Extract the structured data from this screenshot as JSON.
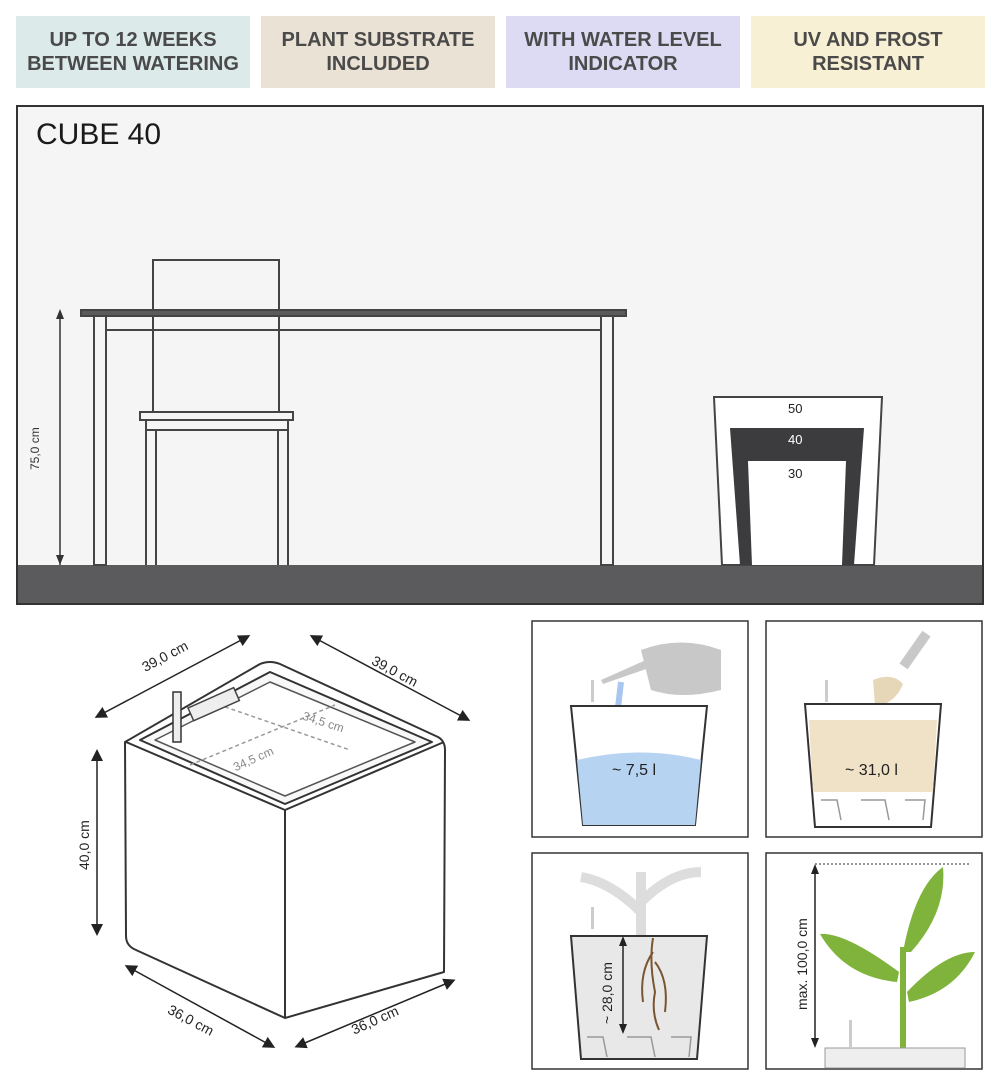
{
  "badges": [
    {
      "text": "UP TO 12 WEEKS\nBETWEEN WATERING",
      "color": "#dcebea"
    },
    {
      "text": "PLANT SUBSTRATE\nINCLUDED",
      "color": "#ebe2d6"
    },
    {
      "text": "WITH WATER LEVEL\nINDICATOR",
      "color": "#dcdbf3"
    },
    {
      "text": "UV AND FROST\nRESISTANT",
      "color": "#f8f0d4"
    }
  ],
  "scene": {
    "title": "CUBE 40",
    "height_label": "75,0 cm",
    "size_options": [
      "50",
      "40",
      "30"
    ]
  },
  "cube": {
    "top_left": "39,0 cm",
    "top_right": "39,0 cm",
    "inner_a": "34,5 cm",
    "inner_b": "34,5 cm",
    "height": "40,0 cm",
    "bottom_left": "36,0 cm",
    "bottom_right": "36,0 cm"
  },
  "panels": {
    "water": "~ 7,5 l",
    "substrate": "~ 31,0 l",
    "root_depth": "~ 28,0 cm",
    "max_height": "max. 100,0 cm"
  }
}
